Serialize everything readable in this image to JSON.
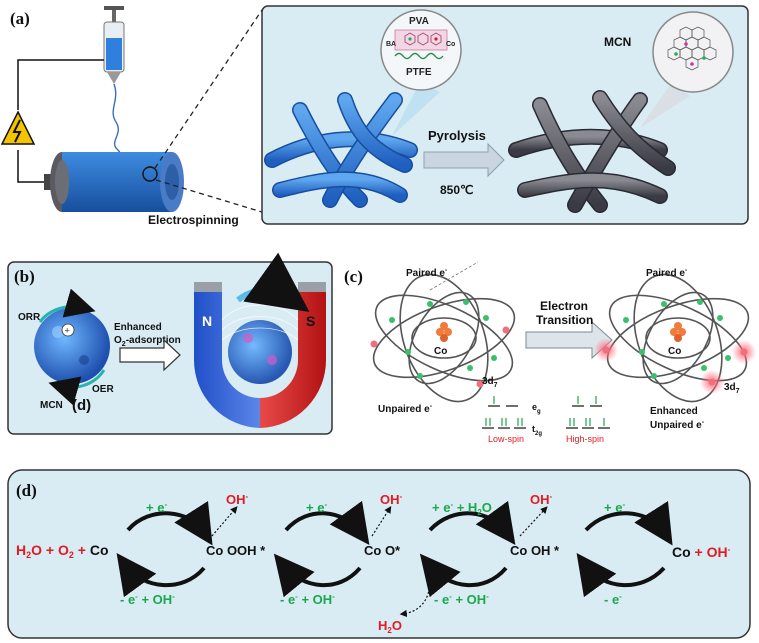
{
  "panels": {
    "a": {
      "letter": "(a)",
      "process_label": "Electrospinning",
      "layers": [
        "PVA",
        "BA",
        "Co",
        "PTFE"
      ],
      "step_label": "Pyrolysis",
      "temperature": "850℃",
      "product_label": "MCN"
    },
    "b": {
      "letter": "(b)",
      "orr": "ORR",
      "oer": "OER",
      "mcn": "MCN",
      "mcn_sub": "(d)",
      "arrow_line1": "Enhanced",
      "arrow_line2_pre": "O",
      "arrow_line2_sub": "2",
      "arrow_line2_post": "-adsorption",
      "pole_n": "N",
      "pole_s": "S"
    },
    "c": {
      "letter": "(c)",
      "paired_left": "Paired e",
      "paired_right": "Paired e",
      "center_label": "Co",
      "orbital_label": "3d",
      "orbital_sub": "7",
      "unpaired_label": "Unpaired e",
      "transition_line1": "Electron",
      "transition_line2": "Transition",
      "eg": "e",
      "eg_sub": "g",
      "t2g": "t",
      "t2g_sub": "2g",
      "low_spin": "Low-spin",
      "high_spin": "High-spin",
      "enhanced_line1": "Enhanced",
      "enhanced_line2": "Unpaired e"
    },
    "d": {
      "letter": "(d)",
      "start_h2o": "H",
      "start_sub2": "2",
      "start_o": "O + O",
      "start_sub2b": "2",
      "start_plus": " + ",
      "start_co": "Co",
      "s1_top": "+ e",
      "s1_bottom": "- e",
      "s1_bottom_oh": " + OH",
      "i1": "Co OOH *",
      "i1_out": "OH",
      "s2_top": "+ e",
      "s2_bottom": "- e",
      "s2_bottom_oh": " + OH",
      "i2": "Co O*",
      "i2_out": "OH",
      "s3_top": "+ e",
      "s3_top_h2o": " + H",
      "s3_top_sub": "2",
      "s3_top_o": "O",
      "s3_bottom": "- e",
      "s3_bottom_oh": " + OH",
      "i3": "Co OH *",
      "i3_out": "OH",
      "i2_h2o": "H",
      "i2_h2o_sub": "2",
      "i2_h2o_o": "O",
      "s4_top": "+ e",
      "s4_bottom": "- e",
      "end_co": "Co",
      "end_plus": " + ",
      "end_oh": "OH",
      "minus": "-"
    }
  },
  "colors": {
    "green": "#1aa84a",
    "red": "#e01b22",
    "blue": "#1f5fbf",
    "panel_bg": "#ddeef5",
    "panel_border": "#333333"
  }
}
